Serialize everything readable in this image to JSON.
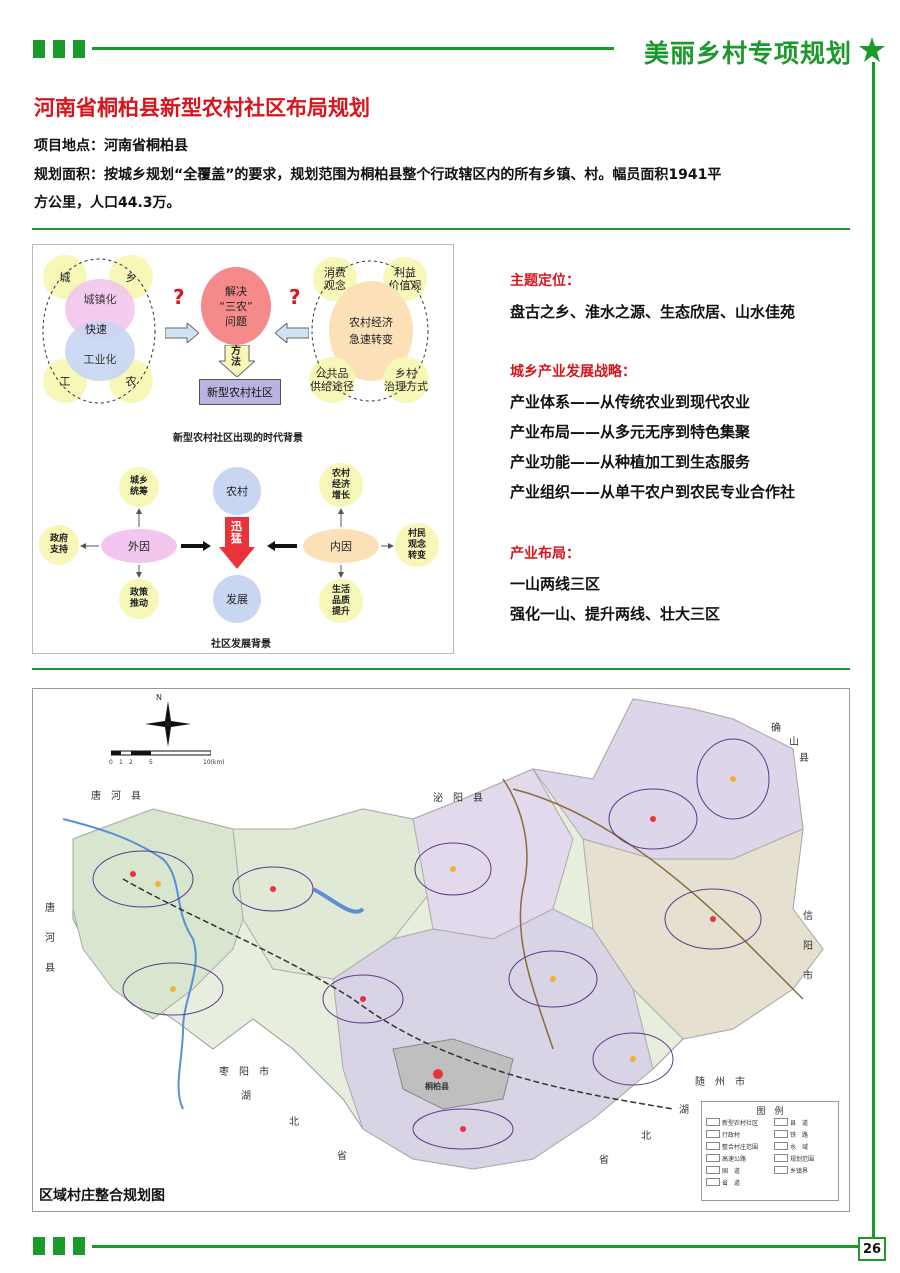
{
  "header": {
    "brand": "美丽乡村专项规划"
  },
  "title": "河南省桐柏县新型农村社区布局规划",
  "info": {
    "location": "项目地点：河南省桐柏县",
    "area_line1": "规划面积：按城乡规划“全覆盖”的要求，规划范围为桐柏县整个行政辖区内的所有乡镇、村。幅员面积1941平",
    "area_line2": "方公里，人口44.3万。"
  },
  "diagram1": {
    "city": "城",
    "xiang": "乡",
    "gong": "工",
    "nong": "农",
    "urbanization": "城镇化",
    "fast": "快速",
    "industrialization": "工业化",
    "solve_l1": "解决",
    "solve_l2": "“三农”",
    "solve_l3": "问题",
    "method_l1": "方",
    "method_l2": "法",
    "new_community": "新型农村社区",
    "consume_l1": "消费",
    "consume_l2": "观念",
    "benefit_l1": "利益",
    "benefit_l2": "价值观",
    "economy_l1": "农村经济",
    "economy_l2": "急速转变",
    "public_l1": "公共品",
    "public_l2": "供给途径",
    "village_l1": "乡村",
    "village_l2": "治理方式",
    "q1": "?",
    "q2": "?",
    "caption": "新型农村社区出现的时代背景"
  },
  "diagram2": {
    "urban_rural_l1": "城乡",
    "urban_rural_l2": "统筹",
    "govt_l1": "政府",
    "govt_l2": "支持",
    "policy_l1": "政策",
    "policy_l2": "推动",
    "external": "外因",
    "village": "农村",
    "rapid_l1": "迅",
    "rapid_l2": "猛",
    "develop": "发展",
    "internal": "内因",
    "econ_growth_l1": "农村",
    "econ_growth_l2": "经济",
    "econ_growth_l3": "增长",
    "mindset_l1": "村民",
    "mindset_l2": "观念",
    "mindset_l3": "转变",
    "life_l1": "生活",
    "life_l2": "品质",
    "life_l3": "提升",
    "caption": "社区发展背景"
  },
  "right": {
    "theme_head": "主题定位：",
    "theme_text": "盘古之乡、淮水之源、生态欣居、山水佳苑",
    "strategy_head": "城乡产业发展战略：",
    "strategy": [
      "产业体系——从传统农业到现代农业",
      "产业布局——从多元无序到特色集聚",
      "产业功能——从种植加工到生态服务",
      "产业组织——从单干农户到农民专业合作社"
    ],
    "layout_head": "产业布局：",
    "layout_1": "一山两线三区",
    "layout_2": "强化一山、提升两线、壮大三区"
  },
  "map": {
    "title": "区域村庄整合规划图",
    "north": "N",
    "scale_ticks": [
      "0",
      "1",
      "2",
      "5",
      "10(km)"
    ],
    "labels": {
      "tanghe_top": "唐　河　县",
      "tanghe_left_1": "唐",
      "tanghe_left_2": "河",
      "tanghe_left_3": "县",
      "biyang": "泌　阳　县",
      "queshan_1": "确",
      "queshan_2": "山",
      "queshan_3": "县",
      "xinyang_1": "信",
      "xinyang_2": "阳",
      "xinyang_3": "市",
      "zaoyang": "枣　阳　市",
      "suizhou": "随　州　市",
      "hubei_1": "湖",
      "hubei_2": "北",
      "hubei_3": "省",
      "hubei_r1": "湖",
      "hubei_r2": "北",
      "hubei_r3": "省",
      "county_seat": "桐柏县"
    },
    "legend_title": "图　例",
    "legend": [
      "新型农村社区",
      "行政村",
      "整合村庄范围",
      "高速公路",
      "国　道",
      "省　道",
      "县　道",
      "铁　路",
      "水　域",
      "规划范围",
      "乡镇界"
    ]
  },
  "page_number": "26",
  "colors": {
    "green": "#1a9a2a",
    "red": "#d9141c"
  }
}
